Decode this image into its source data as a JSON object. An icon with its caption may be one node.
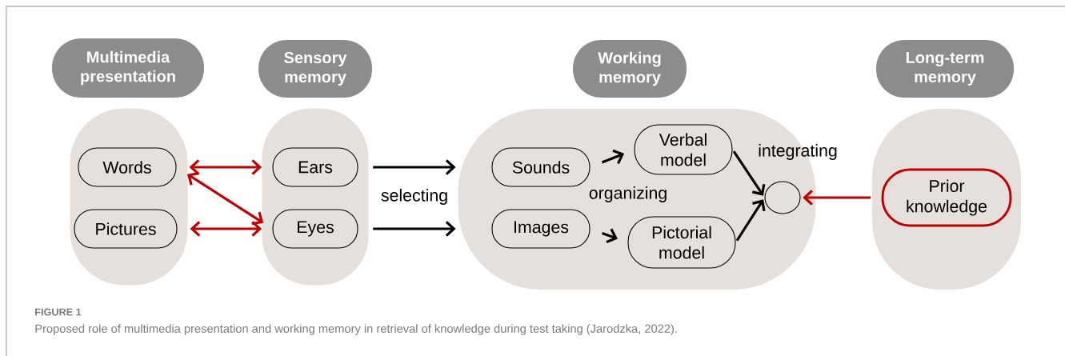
{
  "diagram": {
    "caption": "Proposed role of multimedia presentation and working memory in retrieval of knowledge during test taking (Jarodzka, 2022).",
    "nodes": [
      {
        "text": [
          "Multimedia presentation"
        ]
      },
      {
        "text": [],
        "shape": "box"
      },
      {
        "text": [
          "Words"
        ],
        "in": 1
      },
      {
        "text": [
          "Pictures"
        ],
        "in": 1
      },
      {
        "text": [
          "Sensory memory"
        ]
      },
      {
        "text": [],
        "shape": "box"
      },
      {
        "text": [
          "Ears"
        ],
        "in": 5
      },
      {
        "text": [
          "Eyes"
        ],
        "in": 5
      },
      {
        "text": [
          "Working memory"
        ]
      },
      {
        "text": [],
        "shape": "box"
      },
      {
        "text": [
          "Sounds"
        ],
        "in": 9
      },
      {
        "text": [
          "Images"
        ],
        "in": 9
      },
      {
        "text": [
          "Verbal model"
        ],
        "in": 9
      },
      {
        "text": [
          "Pictorial model"
        ],
        "in": 9
      },
      {
        "text": [],
        "shape": "circle",
        "in": 9
      },
      {
        "text": [
          "Long-term memory"
        ]
      },
      {
        "text": [],
        "shape": "box"
      },
      {
        "text": [
          "Prior knowledge"
        ],
        "in": 16
      }
    ],
    "edges": [
      {
        "from": 2,
        "to": 6,
        "arrow": "both",
        "color": "#c00000"
      },
      {
        "from": 2,
        "to": 7,
        "arrow": "both",
        "color": "#c00000"
      },
      {
        "from": 3,
        "to": 7,
        "arrow": "both",
        "color": "#c00000"
      },
      {
        "from": 6,
        "to": 9,
        "arrow": "to"
      },
      {
        "from": 7,
        "to": 9,
        "arrow": "to"
      },
      {
        "from": 10,
        "to": 12,
        "arrow": "to"
      },
      {
        "from": 11,
        "to": 13,
        "arrow": "to"
      },
      {
        "from": 12,
        "to": 14,
        "arrow": "to"
      },
      {
        "from": 13,
        "to": 14,
        "arrow": "to"
      },
      {
        "from": 17,
        "to": 14,
        "arrow": "to",
        "color": "#c00000"
      }
    ],
    "labels": [
      "selecting",
      "organizing",
      "integrating",
      "FIGURE 1"
    ]
  }
}
